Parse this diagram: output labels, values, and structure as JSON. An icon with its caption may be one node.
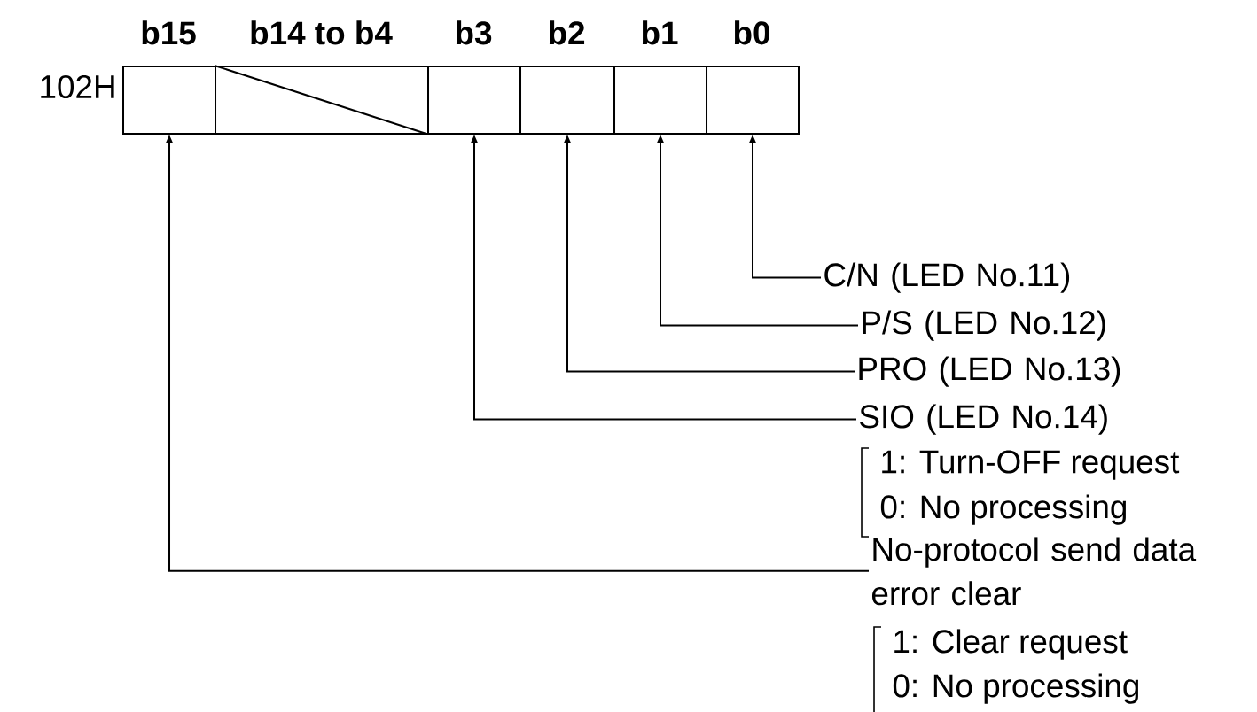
{
  "diagram": {
    "nodes": [
      {
        "text": [
          "b15"
        ]
      },
      {
        "text": [
          "b14 to b4"
        ]
      },
      {
        "text": [
          "b3"
        ]
      },
      {
        "text": [
          "b2"
        ]
      },
      {
        "text": [
          "b1"
        ]
      },
      {
        "text": [
          "b0"
        ]
      },
      {
        "text": [
          "C/N (LED No.11)"
        ]
      },
      {
        "text": [
          "P/S (LED No.12)"
        ]
      },
      {
        "text": [
          "PRO (LED No.13)"
        ]
      },
      {
        "text": [
          "SIO (LED No.14)"
        ],
        "beside": [
          "1: Turn-OFF request",
          "0: No processing"
        ]
      },
      {
        "text": [
          "No-protocol send data error clear"
        ],
        "beside": [
          "1: Clear request",
          "0: No processing"
        ]
      }
    ],
    "edges": [
      {
        "from": 6,
        "to": 5,
        "arrow": "to"
      },
      {
        "from": 7,
        "to": 4,
        "arrow": "to"
      },
      {
        "from": 8,
        "to": 3,
        "arrow": "to"
      },
      {
        "from": 9,
        "to": 2,
        "arrow": "to"
      },
      {
        "from": 10,
        "to": 0,
        "arrow": "to"
      }
    ],
    "labels": [
      "102H"
    ]
  }
}
